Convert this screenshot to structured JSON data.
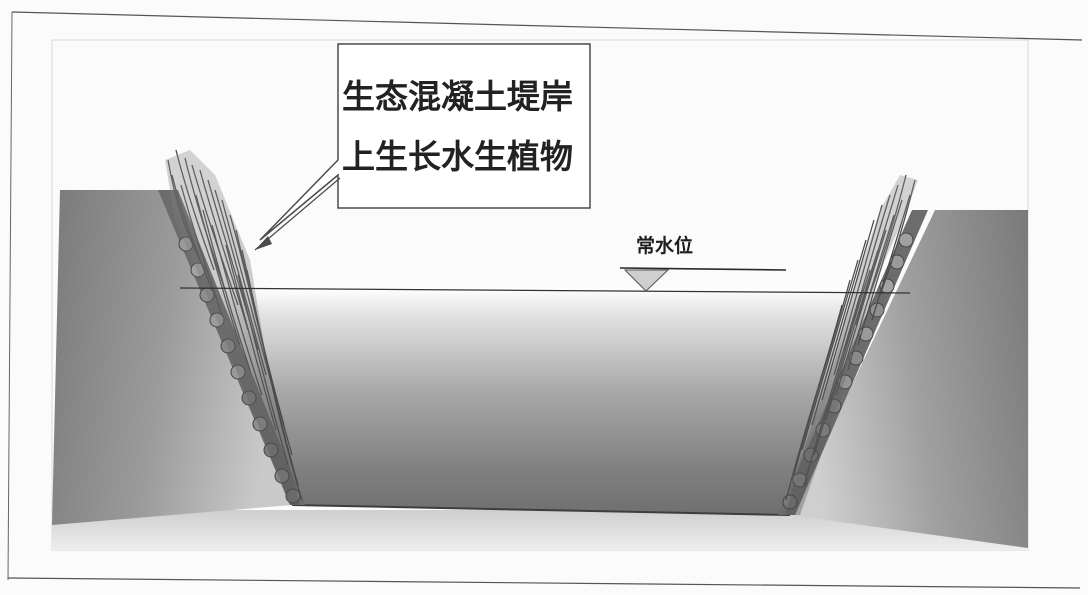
{
  "callout": {
    "line1": "生态混凝土堤岸",
    "line2": "上生长水生植物"
  },
  "water_level": {
    "label": "常水位"
  },
  "colors": {
    "bank": "#8f8f8f",
    "water": "#7c7c7c",
    "vegetation": "#5e5e5e",
    "stones": "#9a9a9a"
  }
}
